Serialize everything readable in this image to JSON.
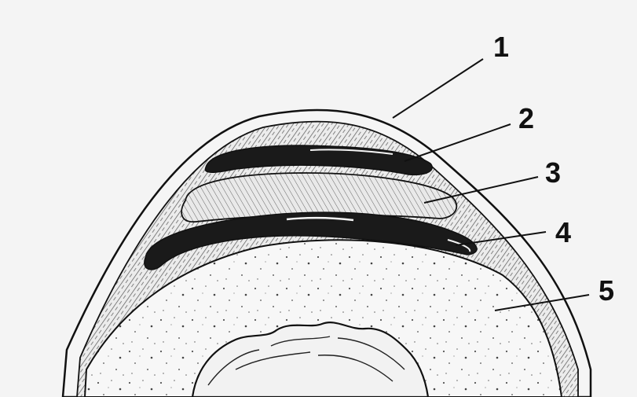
{
  "labels": [
    "1",
    "2",
    "3",
    "4",
    "5"
  ],
  "colors": {
    "background": "#f4f4f4",
    "ink": "#111111",
    "dark_band": "#1a1a1a",
    "fill_light": "#ececec",
    "core": "#f7f7f7"
  }
}
